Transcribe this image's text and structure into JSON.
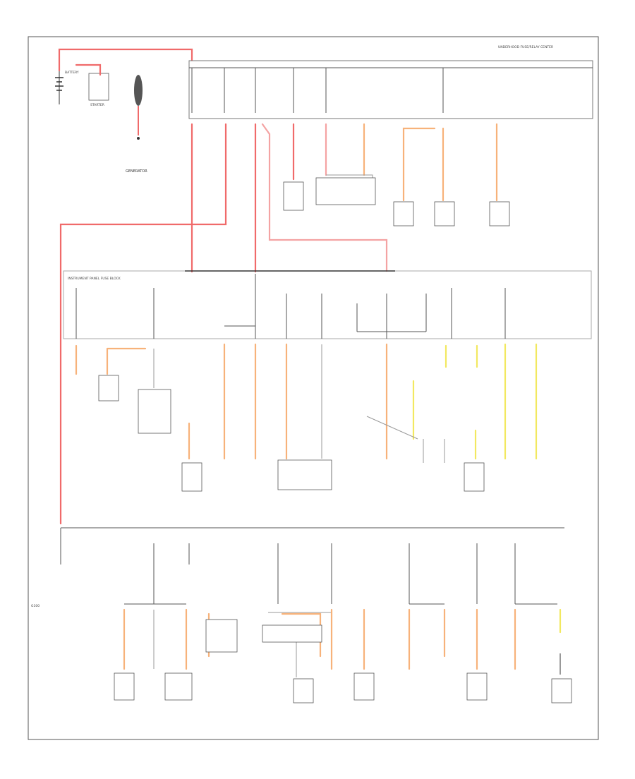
{
  "diagram": {
    "title": "Power Distribution Wiring Diagram",
    "colors": {
      "red": "#f06a6a",
      "orange": "#f7b27a",
      "yellow": "#f2e860",
      "black": "#333333",
      "gray": "#9a9a9a",
      "pink": "#f4a3a3"
    },
    "labels": {
      "battery": "BATTERY",
      "starter": "STARTER",
      "generator": "GENERATOR",
      "fuse_block": "UNDERHOOD FUSE/RELAY CENTER",
      "bus_block": "INSTRUMENT PANEL FUSE BLOCK",
      "ground_strip": "G100"
    }
  }
}
